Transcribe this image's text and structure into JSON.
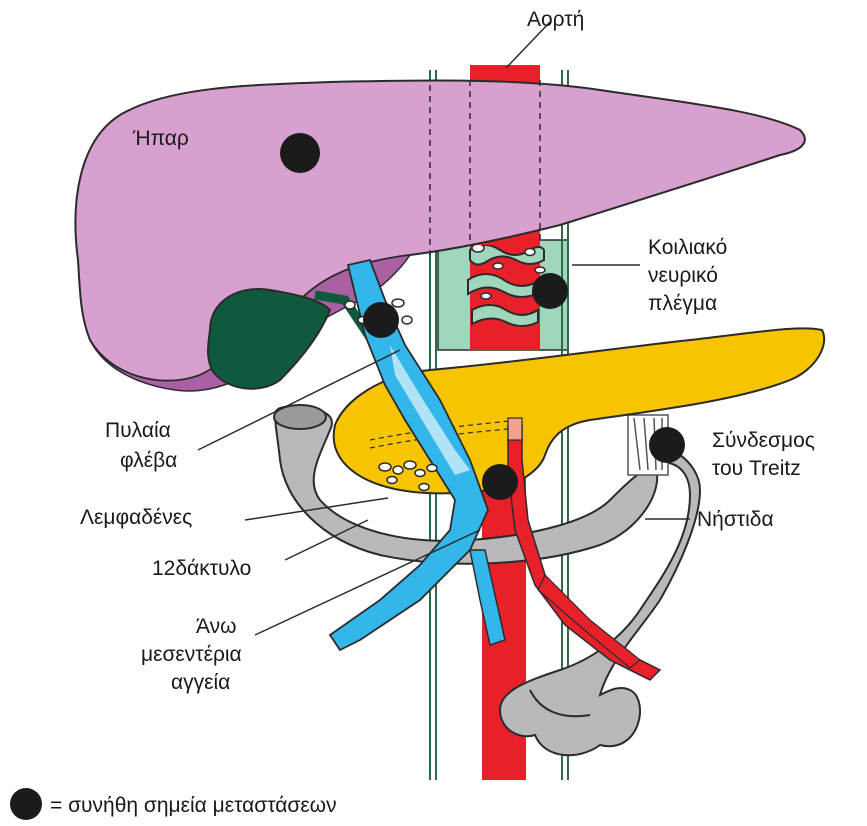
{
  "diagram": {
    "labels": {
      "aorta": "Αορτή",
      "liver": "Ήπαρ",
      "celiac_1": "Κοιλιακό",
      "celiac_2": "νευρικό",
      "celiac_3": "πλέγμα",
      "portal_1": "Πυλαία",
      "portal_2": "φλέβα",
      "treitz_1": "Σύνδεσμος",
      "treitz_2": "του Treitz",
      "lymph": "Λεμφαδένες",
      "jejunum": "Νήστιδα",
      "duodenum": "12δάκτυλο",
      "sma_1": "Άνω",
      "sma_2": "μεσεντέρια",
      "sma_3": "αγγεία"
    },
    "legend": {
      "text": "= συνήθη σημεία μεταστάσεων"
    },
    "colors": {
      "liver": "#d7a0cf",
      "liver_under": "#a961a3",
      "gallbladder": "#0f5a3c",
      "pancreas": "#f6c400",
      "bowel": "#b9b9bb",
      "aorta": "#e8202a",
      "portal_vein": "#33b6ea",
      "celiac_bg": "#9fd6bc",
      "metastasis_dot": "#1b1b1b"
    }
  }
}
